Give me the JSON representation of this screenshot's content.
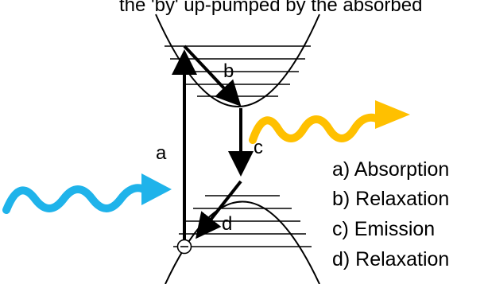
{
  "header_text": "the 'by' up-pumped by the absorbed",
  "transition_labels": {
    "a": "a",
    "b": "b",
    "c": "c",
    "d": "d"
  },
  "legend": [
    "a) Absorption",
    "b) Relaxation",
    "c) Emission",
    "d) Relaxation"
  ],
  "colors": {
    "absorbed_photon": "#1fb3ea",
    "emitted_photon": "#ffc000",
    "lines": "#000000"
  },
  "icons": {
    "incoming": "blue-wave-arrow-icon",
    "outgoing": "orange-wave-arrow-icon",
    "carrier": "hole-minus-circle-icon"
  }
}
